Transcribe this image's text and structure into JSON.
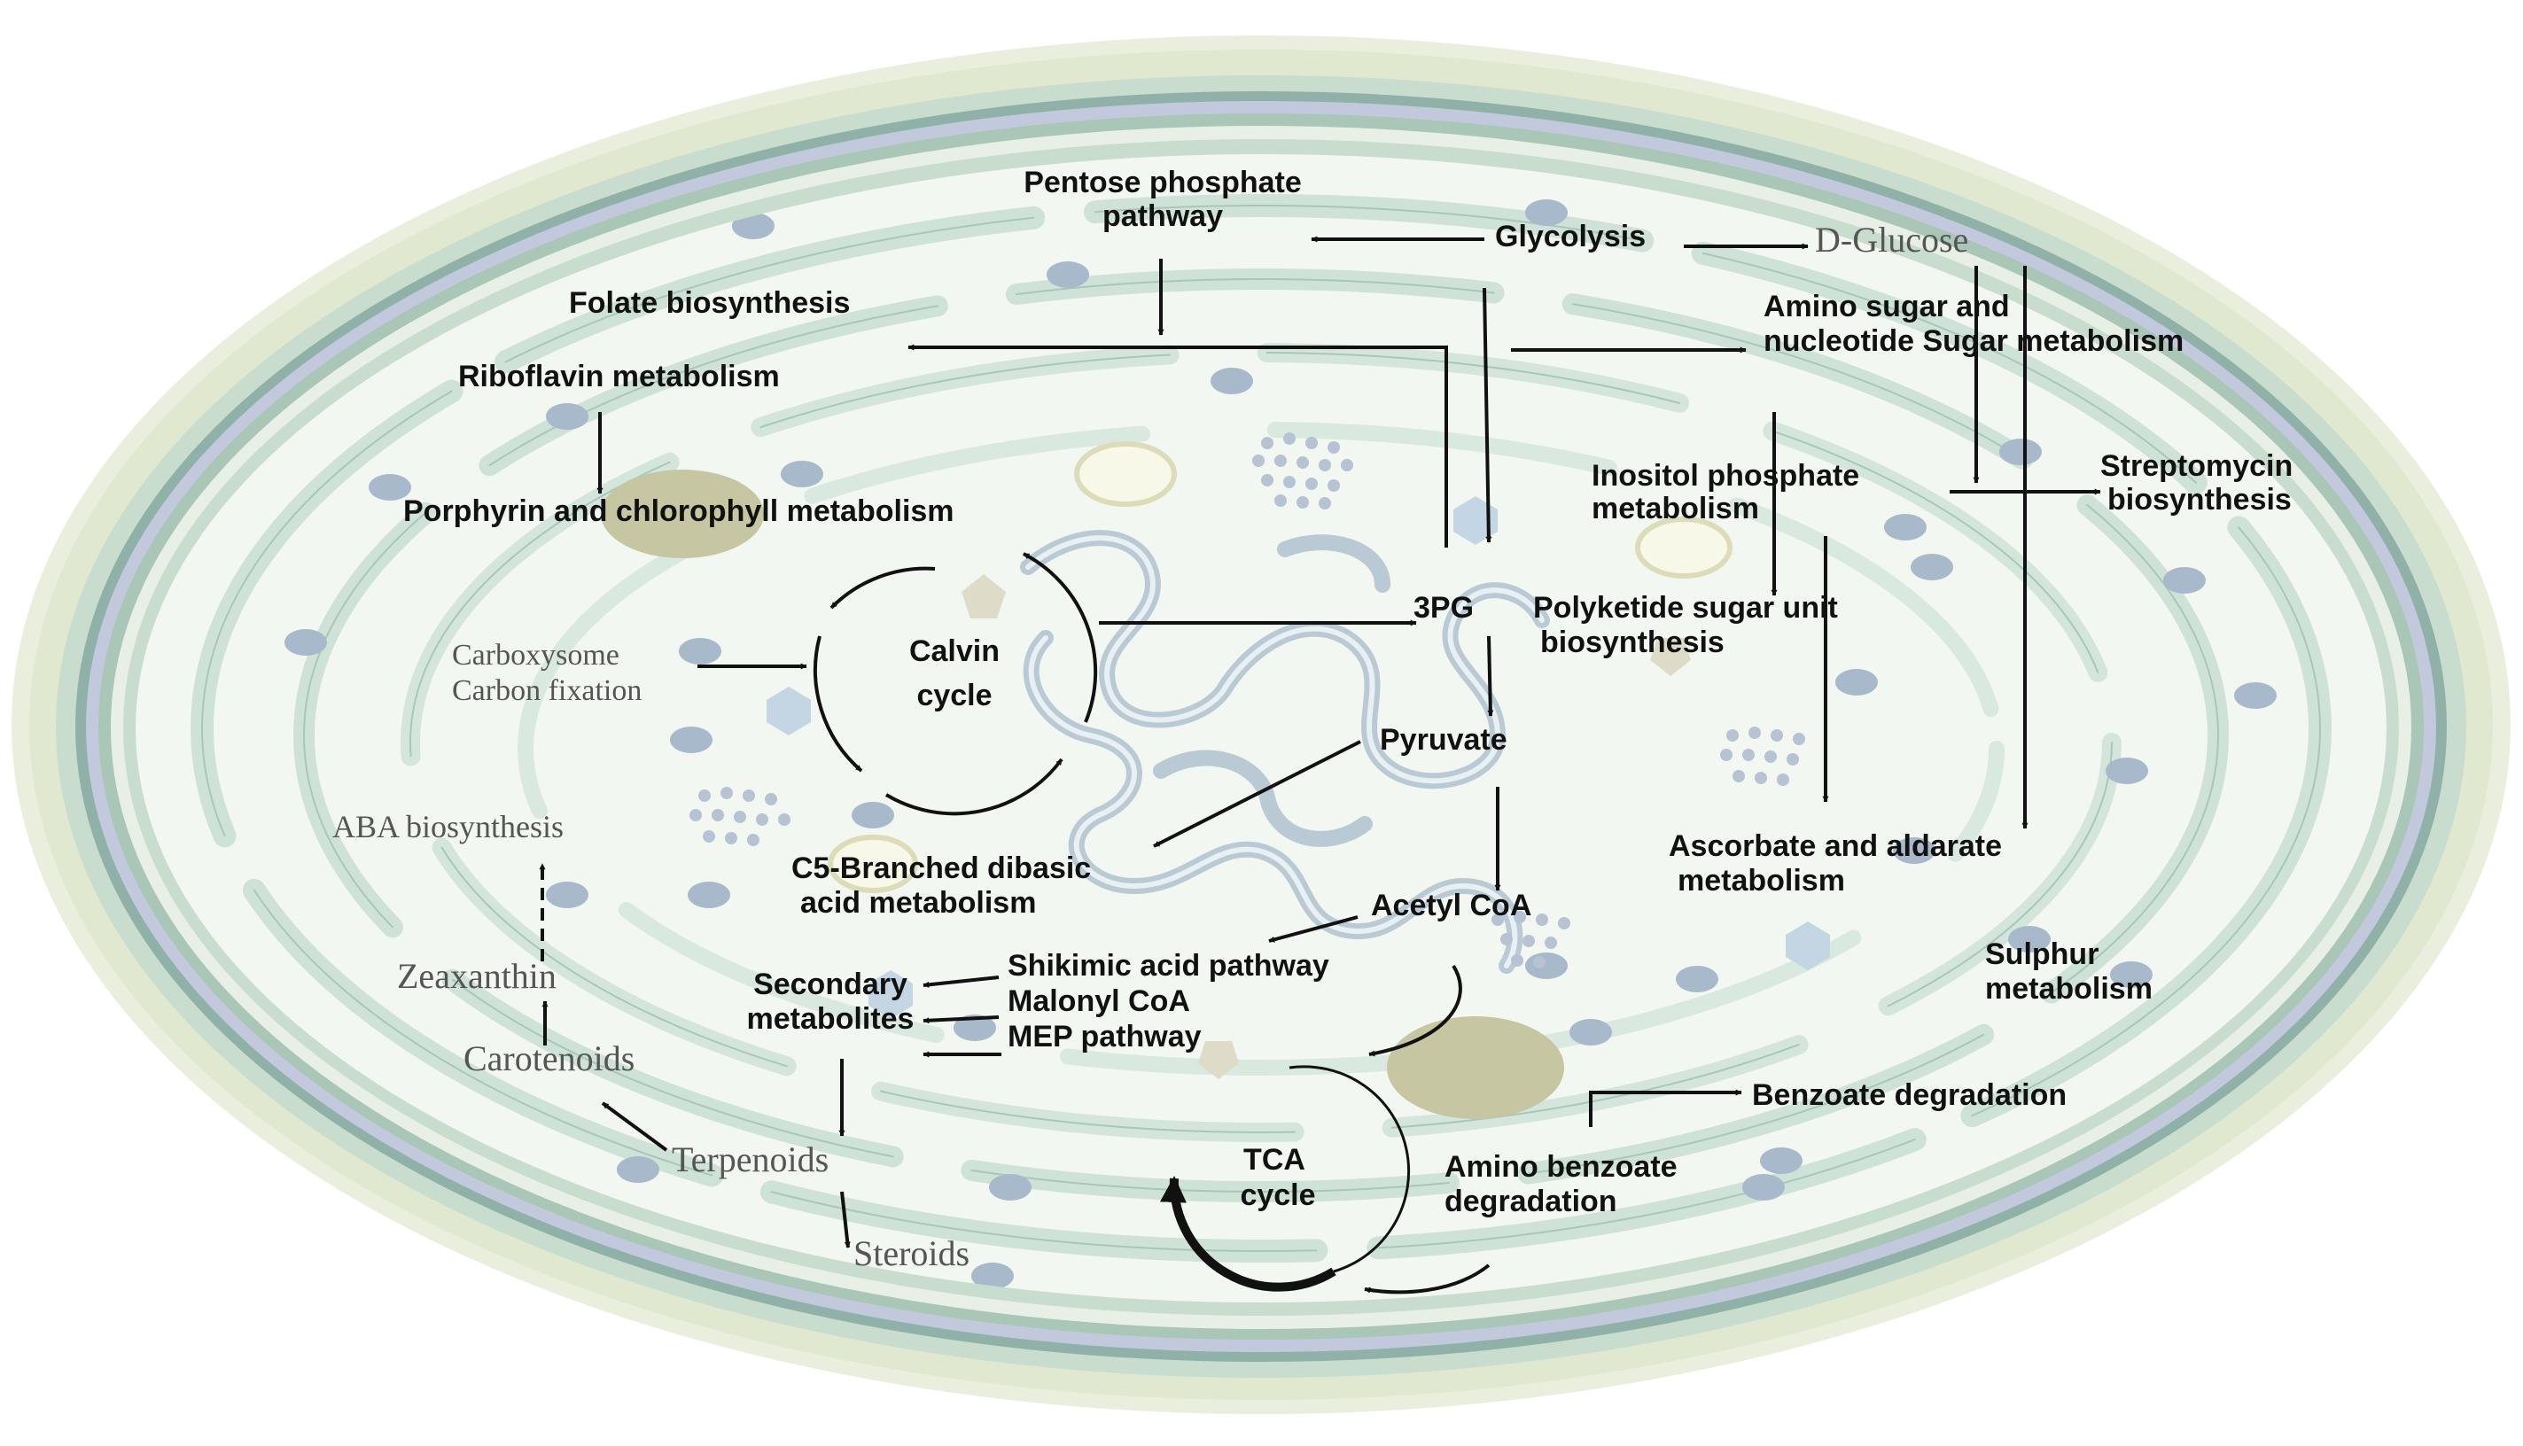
{
  "colors": {
    "outer_rim": "#e3ead3",
    "membrane_green": "#c9ddcf",
    "membrane_dark": "#8fb1a7",
    "membrane_blue": "#c2c9dd",
    "cytoplasm": "#f3f7f1",
    "thylakoid": "#cfe2d8",
    "dna_strand": "#b9cad4",
    "granule": "#a9b9cc",
    "body": "#c6c6a3",
    "arrow": "#111111"
  },
  "labels": {
    "pentose_1": "Pentose phosphate",
    "pentose_2": "pathway",
    "glycolysis": "Glycolysis",
    "d_glucose": "D-Glucose",
    "folate": "Folate biosynthesis",
    "amino_sugar_1": "Amino sugar and",
    "amino_sugar_2": "nucleotide Sugar metabolism",
    "riboflavin": "Riboflavin  metabolism",
    "streptomycin_1": "Streptomycin",
    "streptomycin_2": "biosynthesis",
    "inositol_1": "Inositol  phosphate",
    "inositol_2": "metabolism",
    "porphyrin": "Porphyrin and chlorophyll metabolism",
    "calvin_1": "Calvin",
    "calvin_2": "cycle",
    "three_pg": "3PG",
    "polyketide_1": "Polyketide sugar unit",
    "polyketide_2": "biosynthesis",
    "carboxysome_1": "Carboxysome",
    "carboxysome_2": "Carbon fixation",
    "pyruvate": "Pyruvate",
    "aba": "ABA biosynthesis",
    "c5_1": "C5-Branched dibasic",
    "c5_2": "acid metabolism",
    "ascorbate_1": "Ascorbate and aldarate",
    "ascorbate_2": "metabolism",
    "acetyl_coa": "Acetyl CoA",
    "sulphur_1": "Sulphur",
    "sulphur_2": "metabolism",
    "shikimic": "Shikimic acid pathway",
    "malonyl": "Malonyl CoA",
    "mep": "MEP pathway",
    "secondary_1": "Secondary",
    "secondary_2": "metabolites",
    "zeaxanthin": "Zeaxanthin",
    "carotenoids": "Carotenoids",
    "benzoate": "Benzoate degradation",
    "tca_1": "TCA",
    "tca_2": "cycle",
    "amino_benzoate_1": "Amino benzoate",
    "amino_benzoate_2": "degradation",
    "terpenoids": "Terpenoids",
    "steroids": "Steroids"
  }
}
